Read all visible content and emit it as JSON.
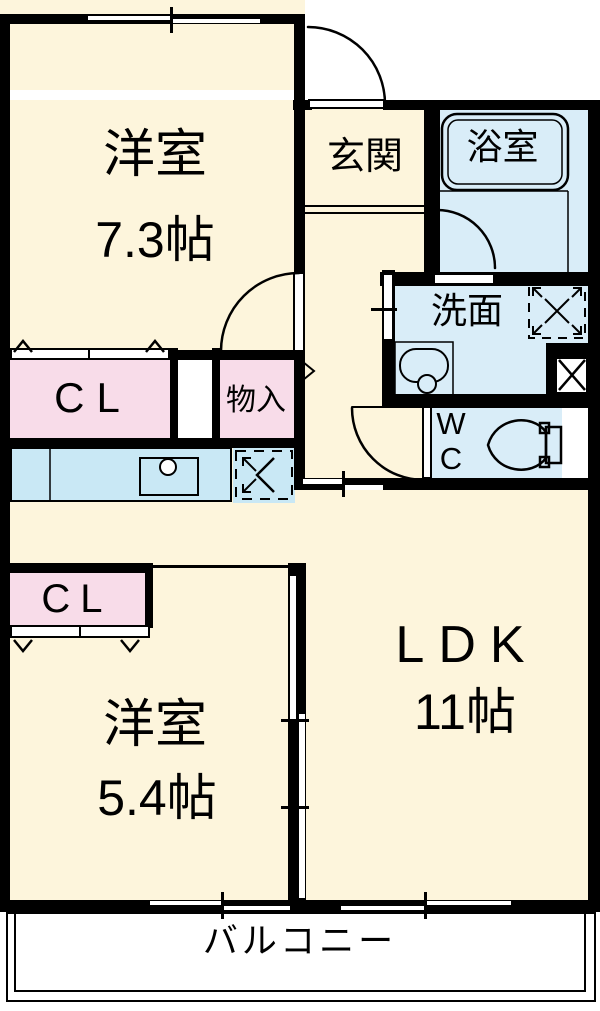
{
  "rooms": {
    "bedroom1": {
      "name": "洋室",
      "size": "7.3帖"
    },
    "entrance": {
      "name": "玄関"
    },
    "bathroom": {
      "name": "浴室"
    },
    "washroom": {
      "name": "洗面"
    },
    "wc": {
      "line1": "W",
      "line2": "C"
    },
    "closet1": {
      "name": "CL"
    },
    "storage": {
      "name": "物入"
    },
    "closet2": {
      "name": "CL"
    },
    "bedroom2": {
      "name": "洋室",
      "size": "5.4帖"
    },
    "ldk": {
      "name": "LDK",
      "size": "11帖"
    },
    "balcony": {
      "name": "バルコニー"
    }
  },
  "fixtures": {
    "icons": [
      "bathtub-icon",
      "toilet-icon",
      "washbasin-icon",
      "washing-machine-space-icon",
      "refrigerator-space-icon",
      "kitchen-sink-icon",
      "pipe-space-x-icon",
      "door-swing-arc",
      "sliding-door",
      "folding-door-chevron",
      "window-sliding"
    ]
  },
  "colors": {
    "room_fill": "#fdf5dc",
    "wet_area_fill": "#d9edf8",
    "kitchen_counter_fill": "#c9e8f5",
    "closet_fill": "#f8dce9",
    "wall": "#000000",
    "background": "#ffffff"
  }
}
